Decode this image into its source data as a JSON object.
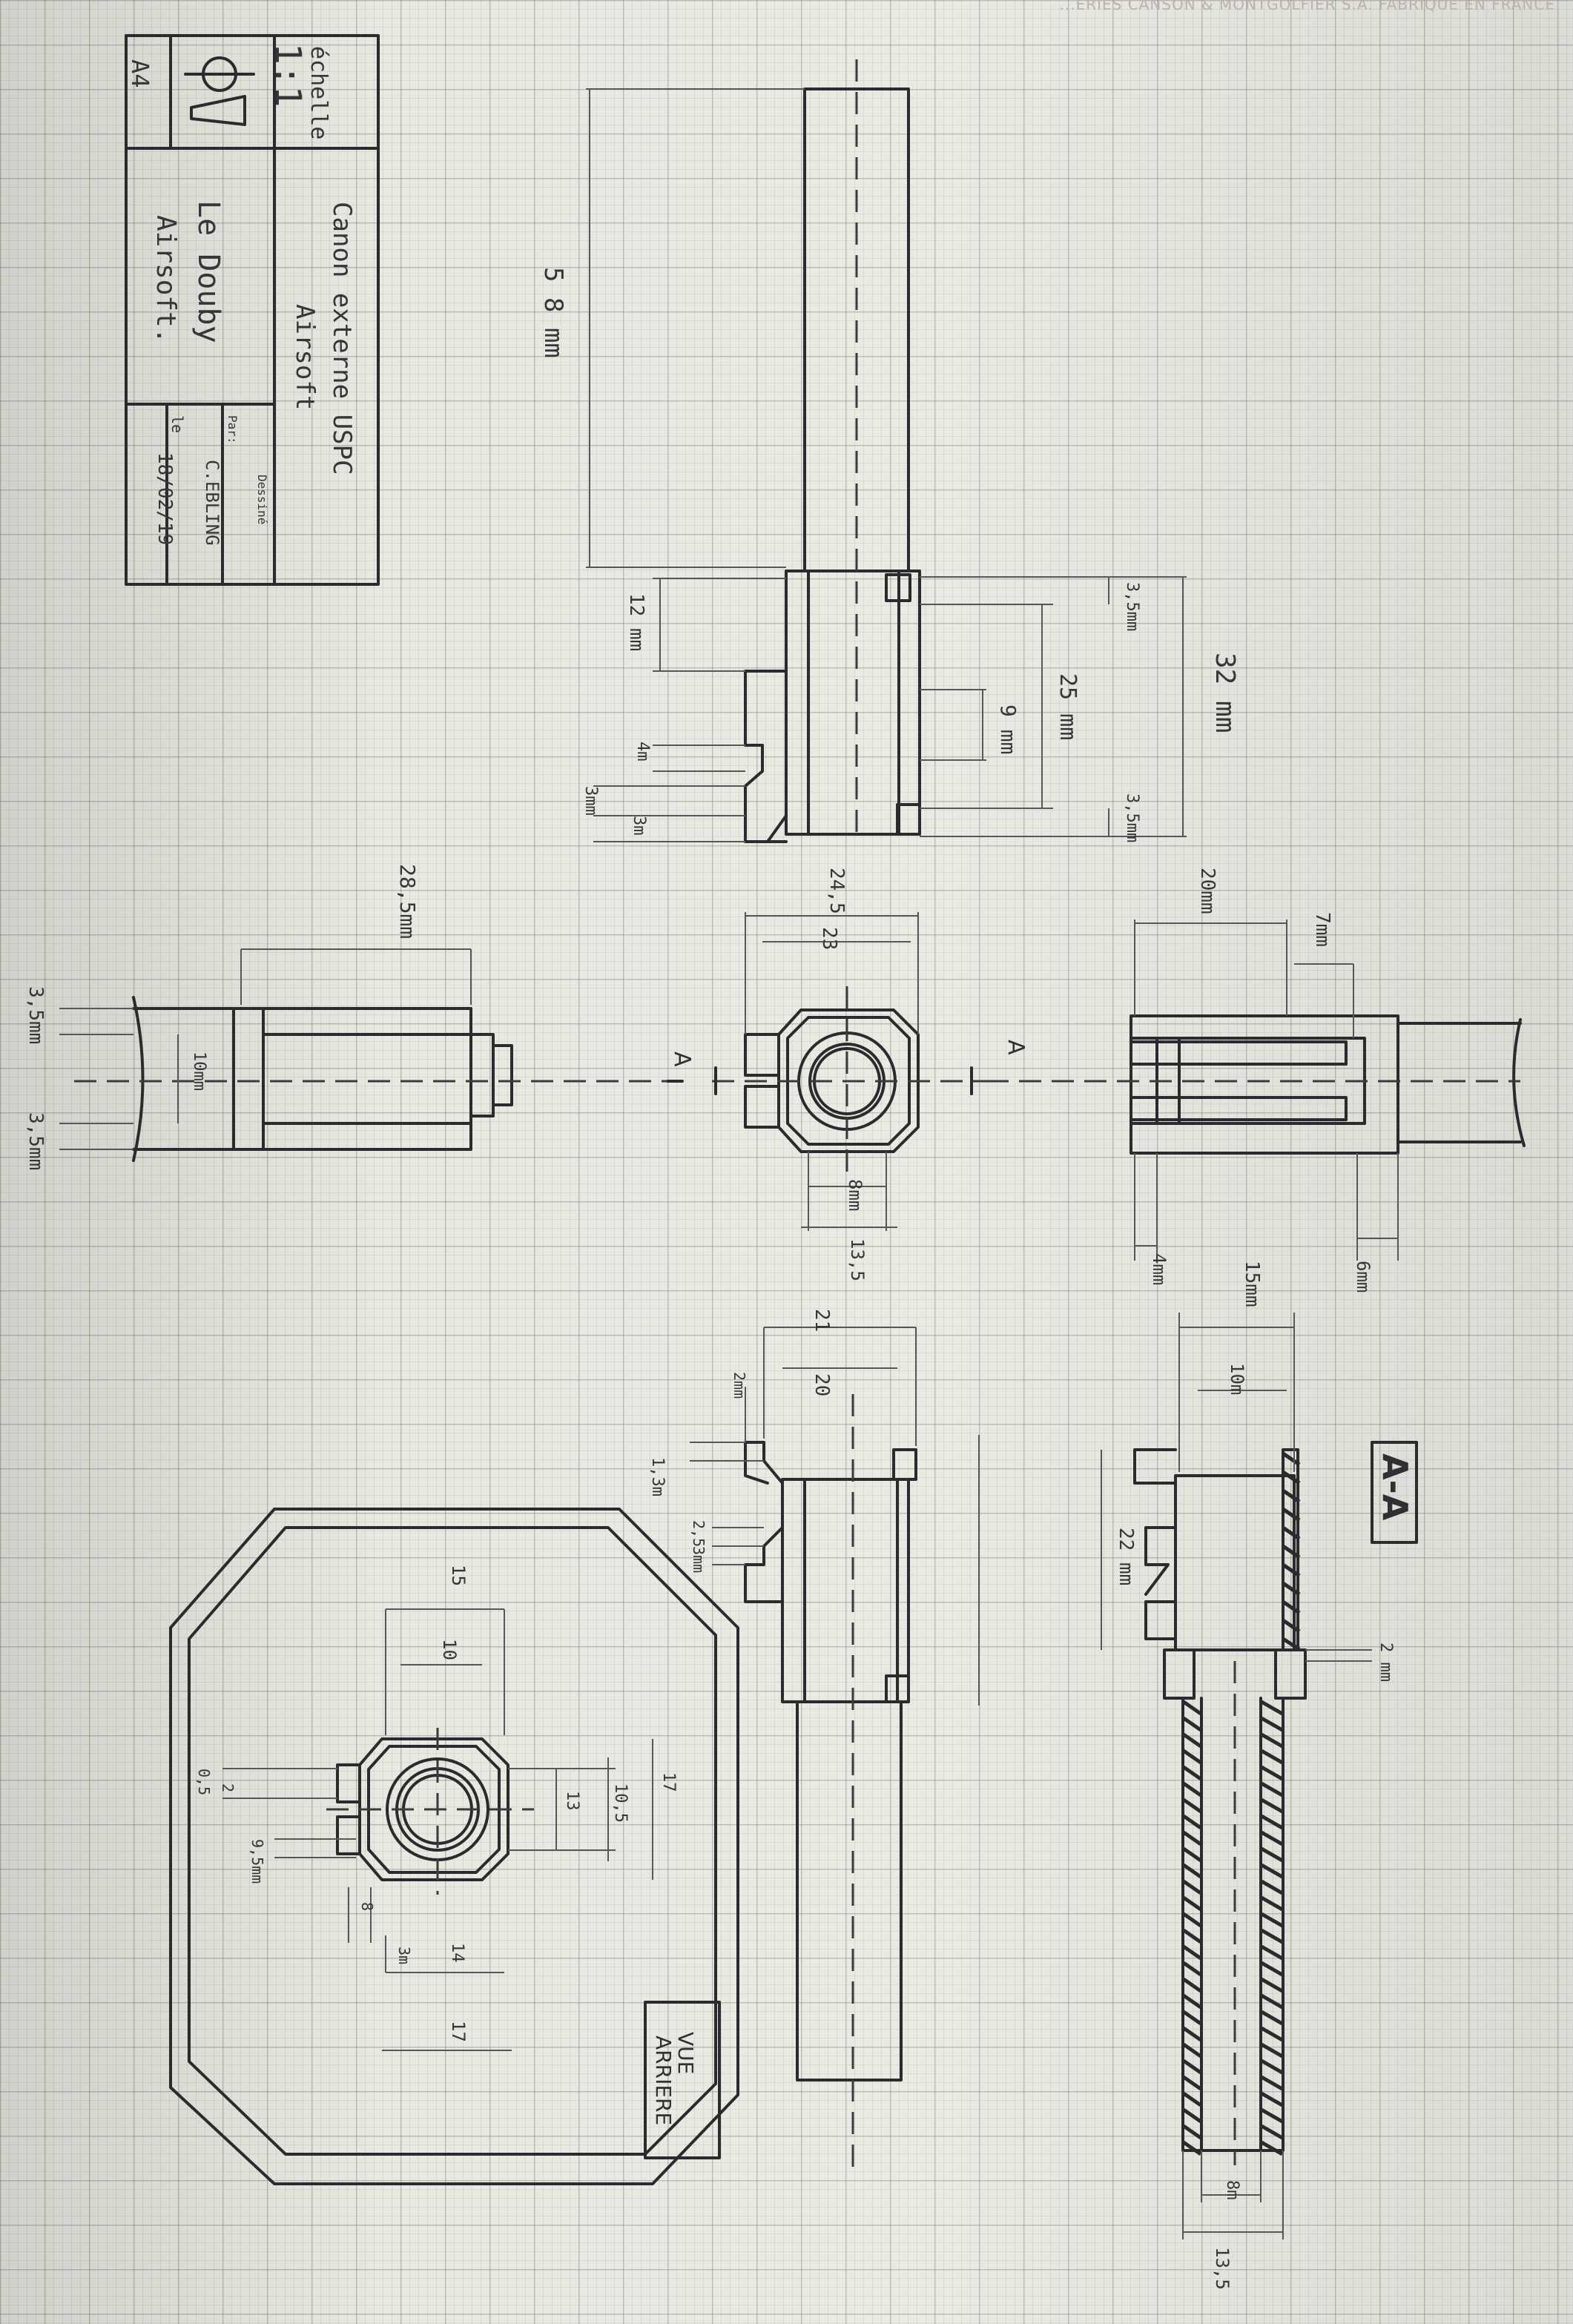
{
  "paper_maker": "...ERIES CANSON & MONTGOLFIER S.A. FABRIQUE EN FRANCE",
  "title_block": {
    "echelle_label": "échelle",
    "scale": "1:1",
    "format": "A4",
    "title_line1": "Canon externe USPC",
    "title_line2": "Airsoft",
    "author_line1": "Le Douby",
    "author_line2": "Airsoft.",
    "dessine_label": "Dessiné",
    "par_label": "Par:",
    "drawer": "C.EBLING",
    "le_label": "le",
    "date": "18/02/19"
  },
  "section_label": "A-A",
  "rear_view_label": [
    "VUE",
    "ARRIERE"
  ],
  "cut_marks": {
    "left": "A",
    "right": "A"
  },
  "dimensions": {
    "d58": "5 8 mm",
    "d32": "32 mm",
    "d25": "25 mm",
    "d9": "9 mm",
    "d35a": "3,5mm",
    "d35b": "3,5mm",
    "d12": "12 mm",
    "d4": "4m",
    "d3a": "3mm",
    "d3b": "3m",
    "d245": "24,5",
    "d23": "23",
    "d8a": "8mm",
    "d135a": "13,5",
    "d285": "28,5mm",
    "d10a": "10mm",
    "d35c": "3,5mm",
    "d35d": "3,5mm",
    "d20a": "20mm",
    "d7": "7mm",
    "d4b": "4mm",
    "d6": "6mm",
    "d15": "15mm",
    "d10b": "10m",
    "d22": "22 mm",
    "d2": "2 mm",
    "d8b": "8m",
    "d135b": "13,5",
    "d21": "21",
    "d20b": "20",
    "d2b": "2mm",
    "d13": "1,3m",
    "d25b": "2,5",
    "d3c": "3mm",
    "d17a": "17",
    "d105": "10,5",
    "d13b": "13",
    "d15b": "15",
    "d10c": "10",
    "d2c": "2",
    "d05": "0,5",
    "d95": "9,5mm",
    "d8c": "8",
    "d3d": "3m",
    "d14": "14",
    "d17b": "17"
  }
}
